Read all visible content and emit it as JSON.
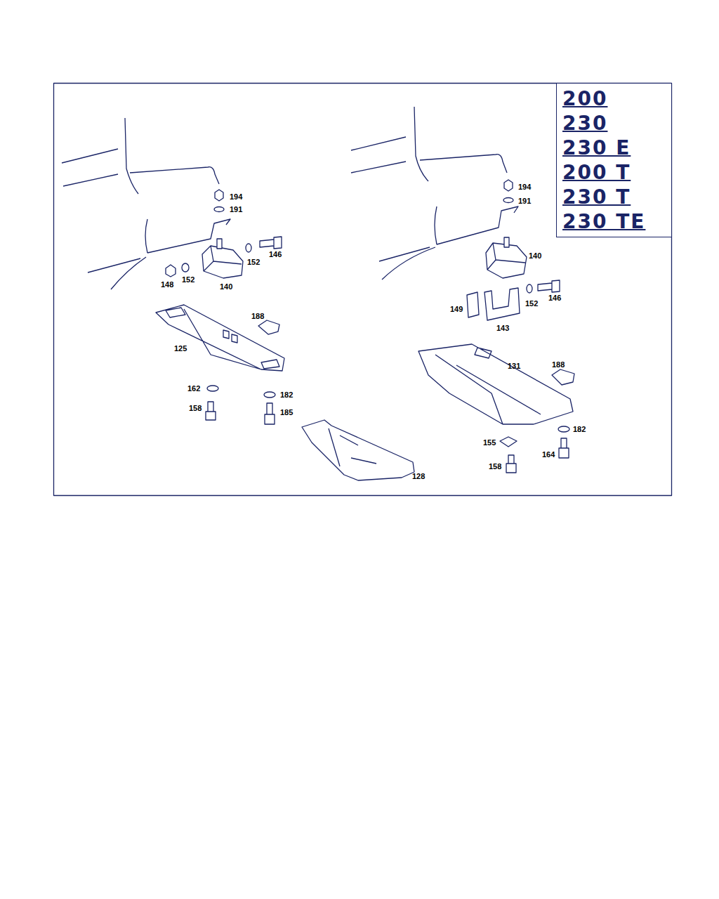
{
  "diagram": {
    "nodes": [
      {
        "text": [
          "200",
          "230",
          "230 E",
          "200 T",
          "230 T",
          "230 TE"
        ]
      }
    ],
    "labels": [
      "194",
      "191",
      "146",
      "152",
      "148",
      "152",
      "140",
      "188",
      "125",
      "162",
      "182",
      "158",
      "185",
      "128",
      "194",
      "191",
      "140",
      "149",
      "152",
      "146",
      "143",
      "188",
      "131",
      "182",
      "155",
      "164",
      "158"
    ]
  }
}
